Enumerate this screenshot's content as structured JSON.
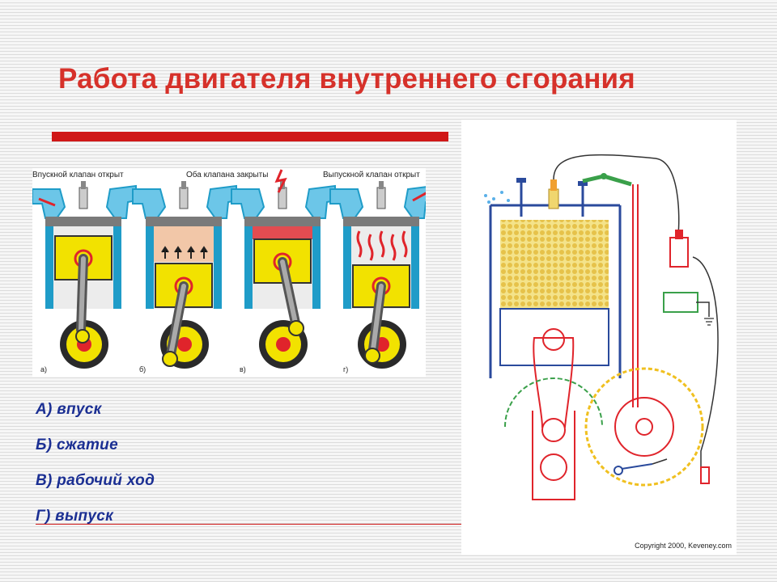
{
  "slide": {
    "title": "Работа двигателя внутреннего сгорания"
  },
  "strokes_image": {
    "labels": {
      "intake_open": "Впускной клапан открыт",
      "both_closed": "Оба клапана закрыты",
      "exhaust_open": "Выпускной клапан открыт"
    },
    "frame_letters": [
      "а)",
      "б)",
      "в)",
      "г)"
    ]
  },
  "legend": {
    "items": [
      "А) впуск",
      "Б) сжатие",
      "В) рабочий ход",
      "Г) выпуск"
    ]
  },
  "engine_image": {
    "copyright": "Copyright 2000, Keveney.com"
  },
  "colors": {
    "title": "#d6312a",
    "accent_bar": "#d01818",
    "legend_text": "#1b2f93",
    "cylinder_blue": "#1f9cc8",
    "piston_yellow": "#f2e200",
    "flame_red": "#e0242b"
  }
}
